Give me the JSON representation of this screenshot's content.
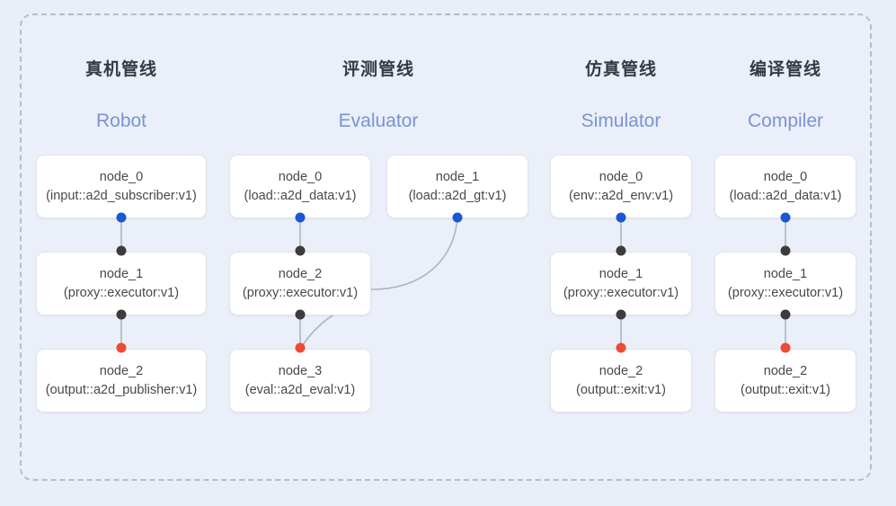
{
  "canvas": {
    "background": "#e9eef8",
    "panel_background": "#eaeff9",
    "border_color": "#b6bcc9"
  },
  "palette": {
    "accent_blue": "#1a56d6",
    "port_black": "#3c3c3c",
    "port_red": "#ef4a32",
    "subtitle_blue": "#7b93d4",
    "title_gray": "#343a40",
    "edge_gray": "#aeb4c0"
  },
  "columns": [
    {
      "title": "真机管线",
      "subtitle": "Robot",
      "nodes": [
        {
          "id": "node_0",
          "type": "(input::a2d_subscriber:v1)"
        },
        {
          "id": "node_1",
          "type": "(proxy::executor:v1)"
        },
        {
          "id": "node_2",
          "type": "(output::a2d_publisher:v1)"
        }
      ]
    },
    {
      "title": "评测管线",
      "subtitle": "Evaluator",
      "nodes": [
        {
          "id": "node_0",
          "type": "(load::a2d_data:v1)"
        },
        {
          "id": "node_1",
          "type": "(load::a2d_gt:v1)"
        },
        {
          "id": "node_2",
          "type": "(proxy::executor:v1)"
        },
        {
          "id": "node_3",
          "type": "(eval::a2d_eval:v1)"
        }
      ]
    },
    {
      "title": "仿真管线",
      "subtitle": "Simulator",
      "nodes": [
        {
          "id": "node_0",
          "type": "(env::a2d_env:v1)"
        },
        {
          "id": "node_1",
          "type": "(proxy::executor:v1)"
        },
        {
          "id": "node_2",
          "type": "(output::exit:v1)"
        }
      ]
    },
    {
      "title": "编译管线",
      "subtitle": "Compiler",
      "nodes": [
        {
          "id": "node_0",
          "type": "(load::a2d_data:v1)"
        },
        {
          "id": "node_1",
          "type": "(proxy::executor:v1)"
        },
        {
          "id": "node_2",
          "type": "(output::exit:v1)"
        }
      ]
    }
  ]
}
